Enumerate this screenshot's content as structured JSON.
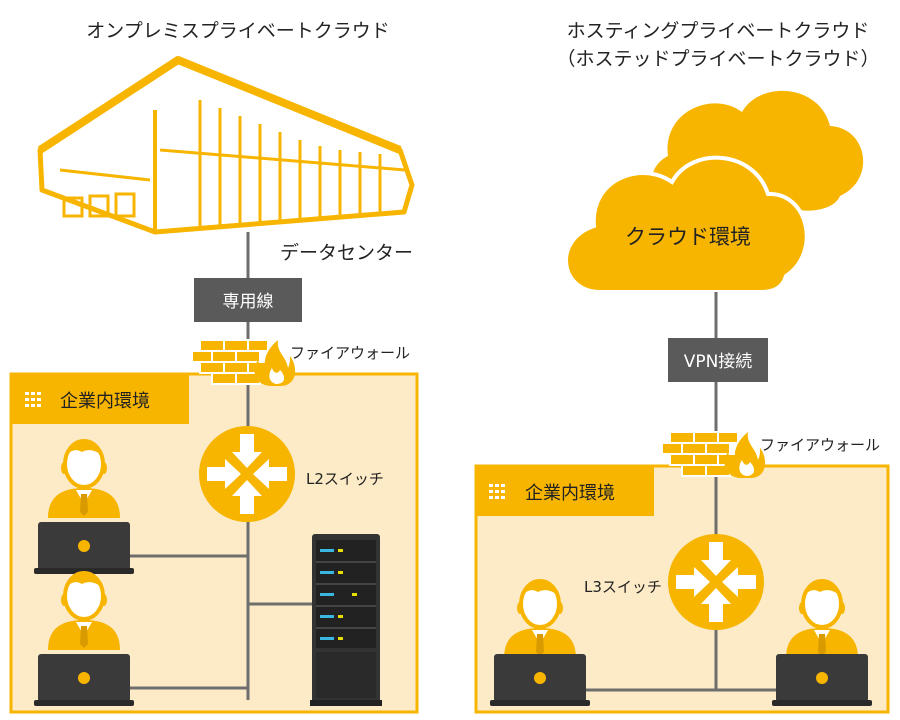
{
  "left": {
    "title": "オンプレミスプライベートクラウド",
    "datacenter_label": "データセンター",
    "line_label": "専用線",
    "firewall_label": "ファイアウォール",
    "env_label": "企業内環境",
    "switch_label": "L2スイッチ"
  },
  "right": {
    "title_line1": "ホスティングプライベートクラウド",
    "title_line2": "（ホステッドプライベートクラウド）",
    "cloud_label": "クラウド環境",
    "line_label": "VPN接続",
    "firewall_label": "ファイアウォール",
    "env_label": "企業内環境",
    "switch_label": "L3スイッチ"
  },
  "colors": {
    "accent": "#F7B500",
    "env_fill": "#FCEBC6",
    "box_gray": "#5A5A5A",
    "line_gray": "#6E6E6E"
  }
}
